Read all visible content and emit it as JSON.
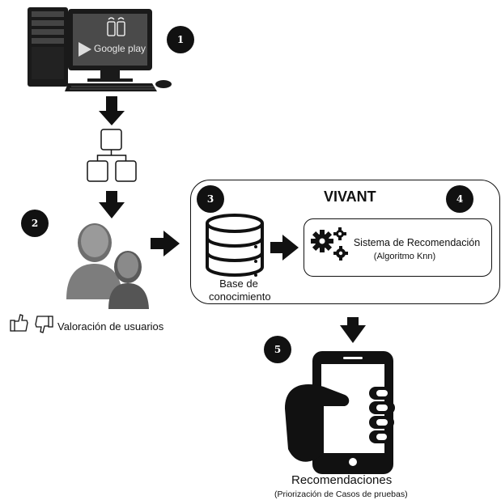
{
  "badges": [
    "1",
    "2",
    "3",
    "4",
    "5"
  ],
  "computer": {
    "store_label": "Google play"
  },
  "vivant": {
    "title": "VIVANT",
    "knowledge_base_label": "Base de conocimiento",
    "recommender_title": "Sistema de Recomendación",
    "recommender_subtitle": "(Algoritmo Knn)"
  },
  "users": {
    "rating_label": "Valoración de usuarios"
  },
  "output": {
    "title": "Recomendaciones",
    "subtitle": "(Priorización de Casos de pruebas)"
  }
}
